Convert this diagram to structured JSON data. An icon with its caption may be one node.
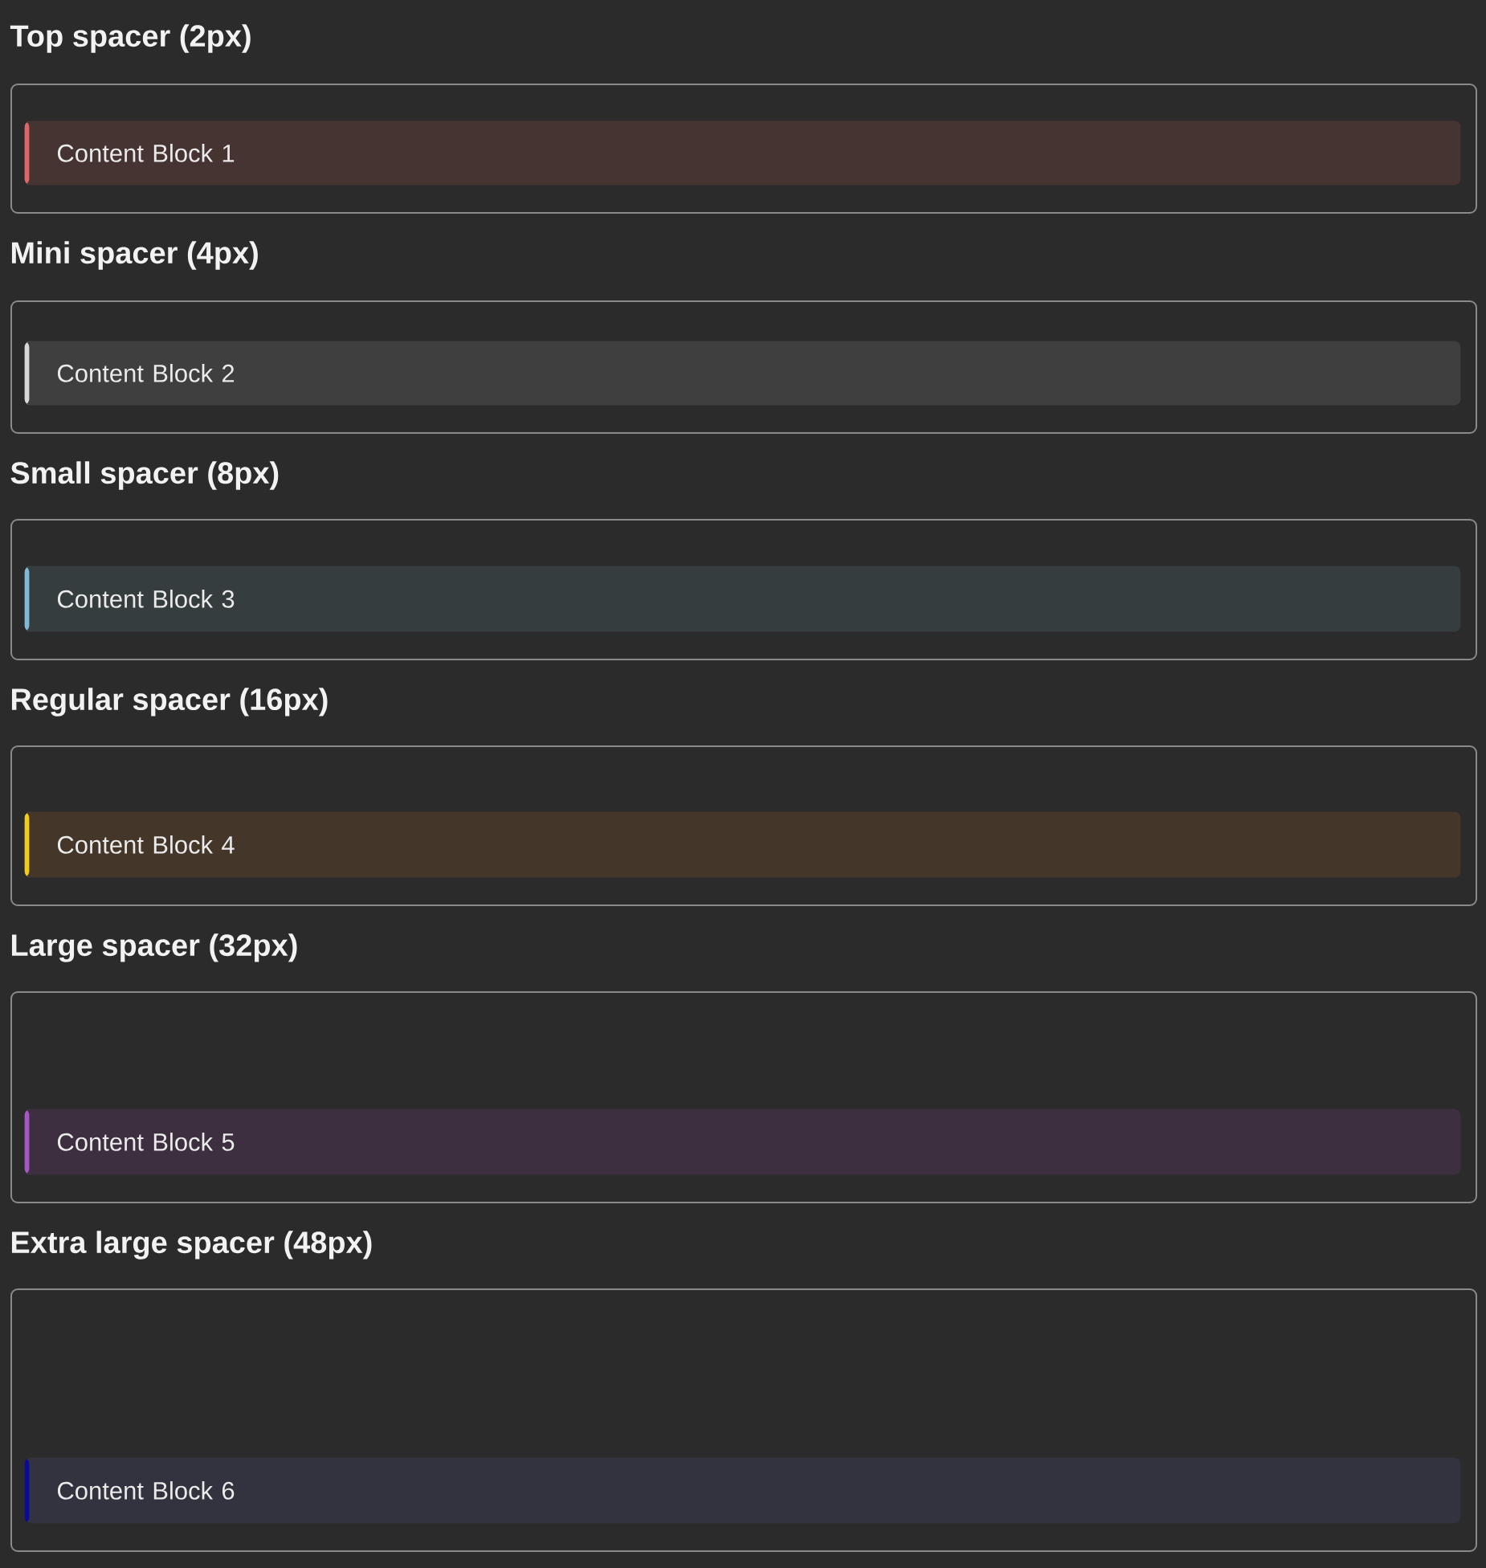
{
  "diagram": {
    "nodes": [
      {
        "text": [
          "Top spacer (2px)"
        ]
      },
      {
        "text": [
          "Content Block 1"
        ],
        "in": 0
      },
      {
        "text": [
          "Mini spacer (4px)"
        ]
      },
      {
        "text": [
          "Content Block 2"
        ],
        "in": 2
      },
      {
        "text": [
          "Small spacer (8px)"
        ]
      },
      {
        "text": [
          "Content Block 3"
        ],
        "in": 4
      },
      {
        "text": [
          "Regular spacer (16px)"
        ]
      },
      {
        "text": [
          "Content Block 4"
        ],
        "in": 6
      },
      {
        "text": [
          "Large spacer (32px)"
        ]
      },
      {
        "text": [
          "Content Block 5"
        ],
        "in": 8
      },
      {
        "text": [
          "Extra large spacer (48px)"
        ]
      },
      {
        "text": [
          "Content Block 6"
        ],
        "in": 10
      }
    ]
  }
}
